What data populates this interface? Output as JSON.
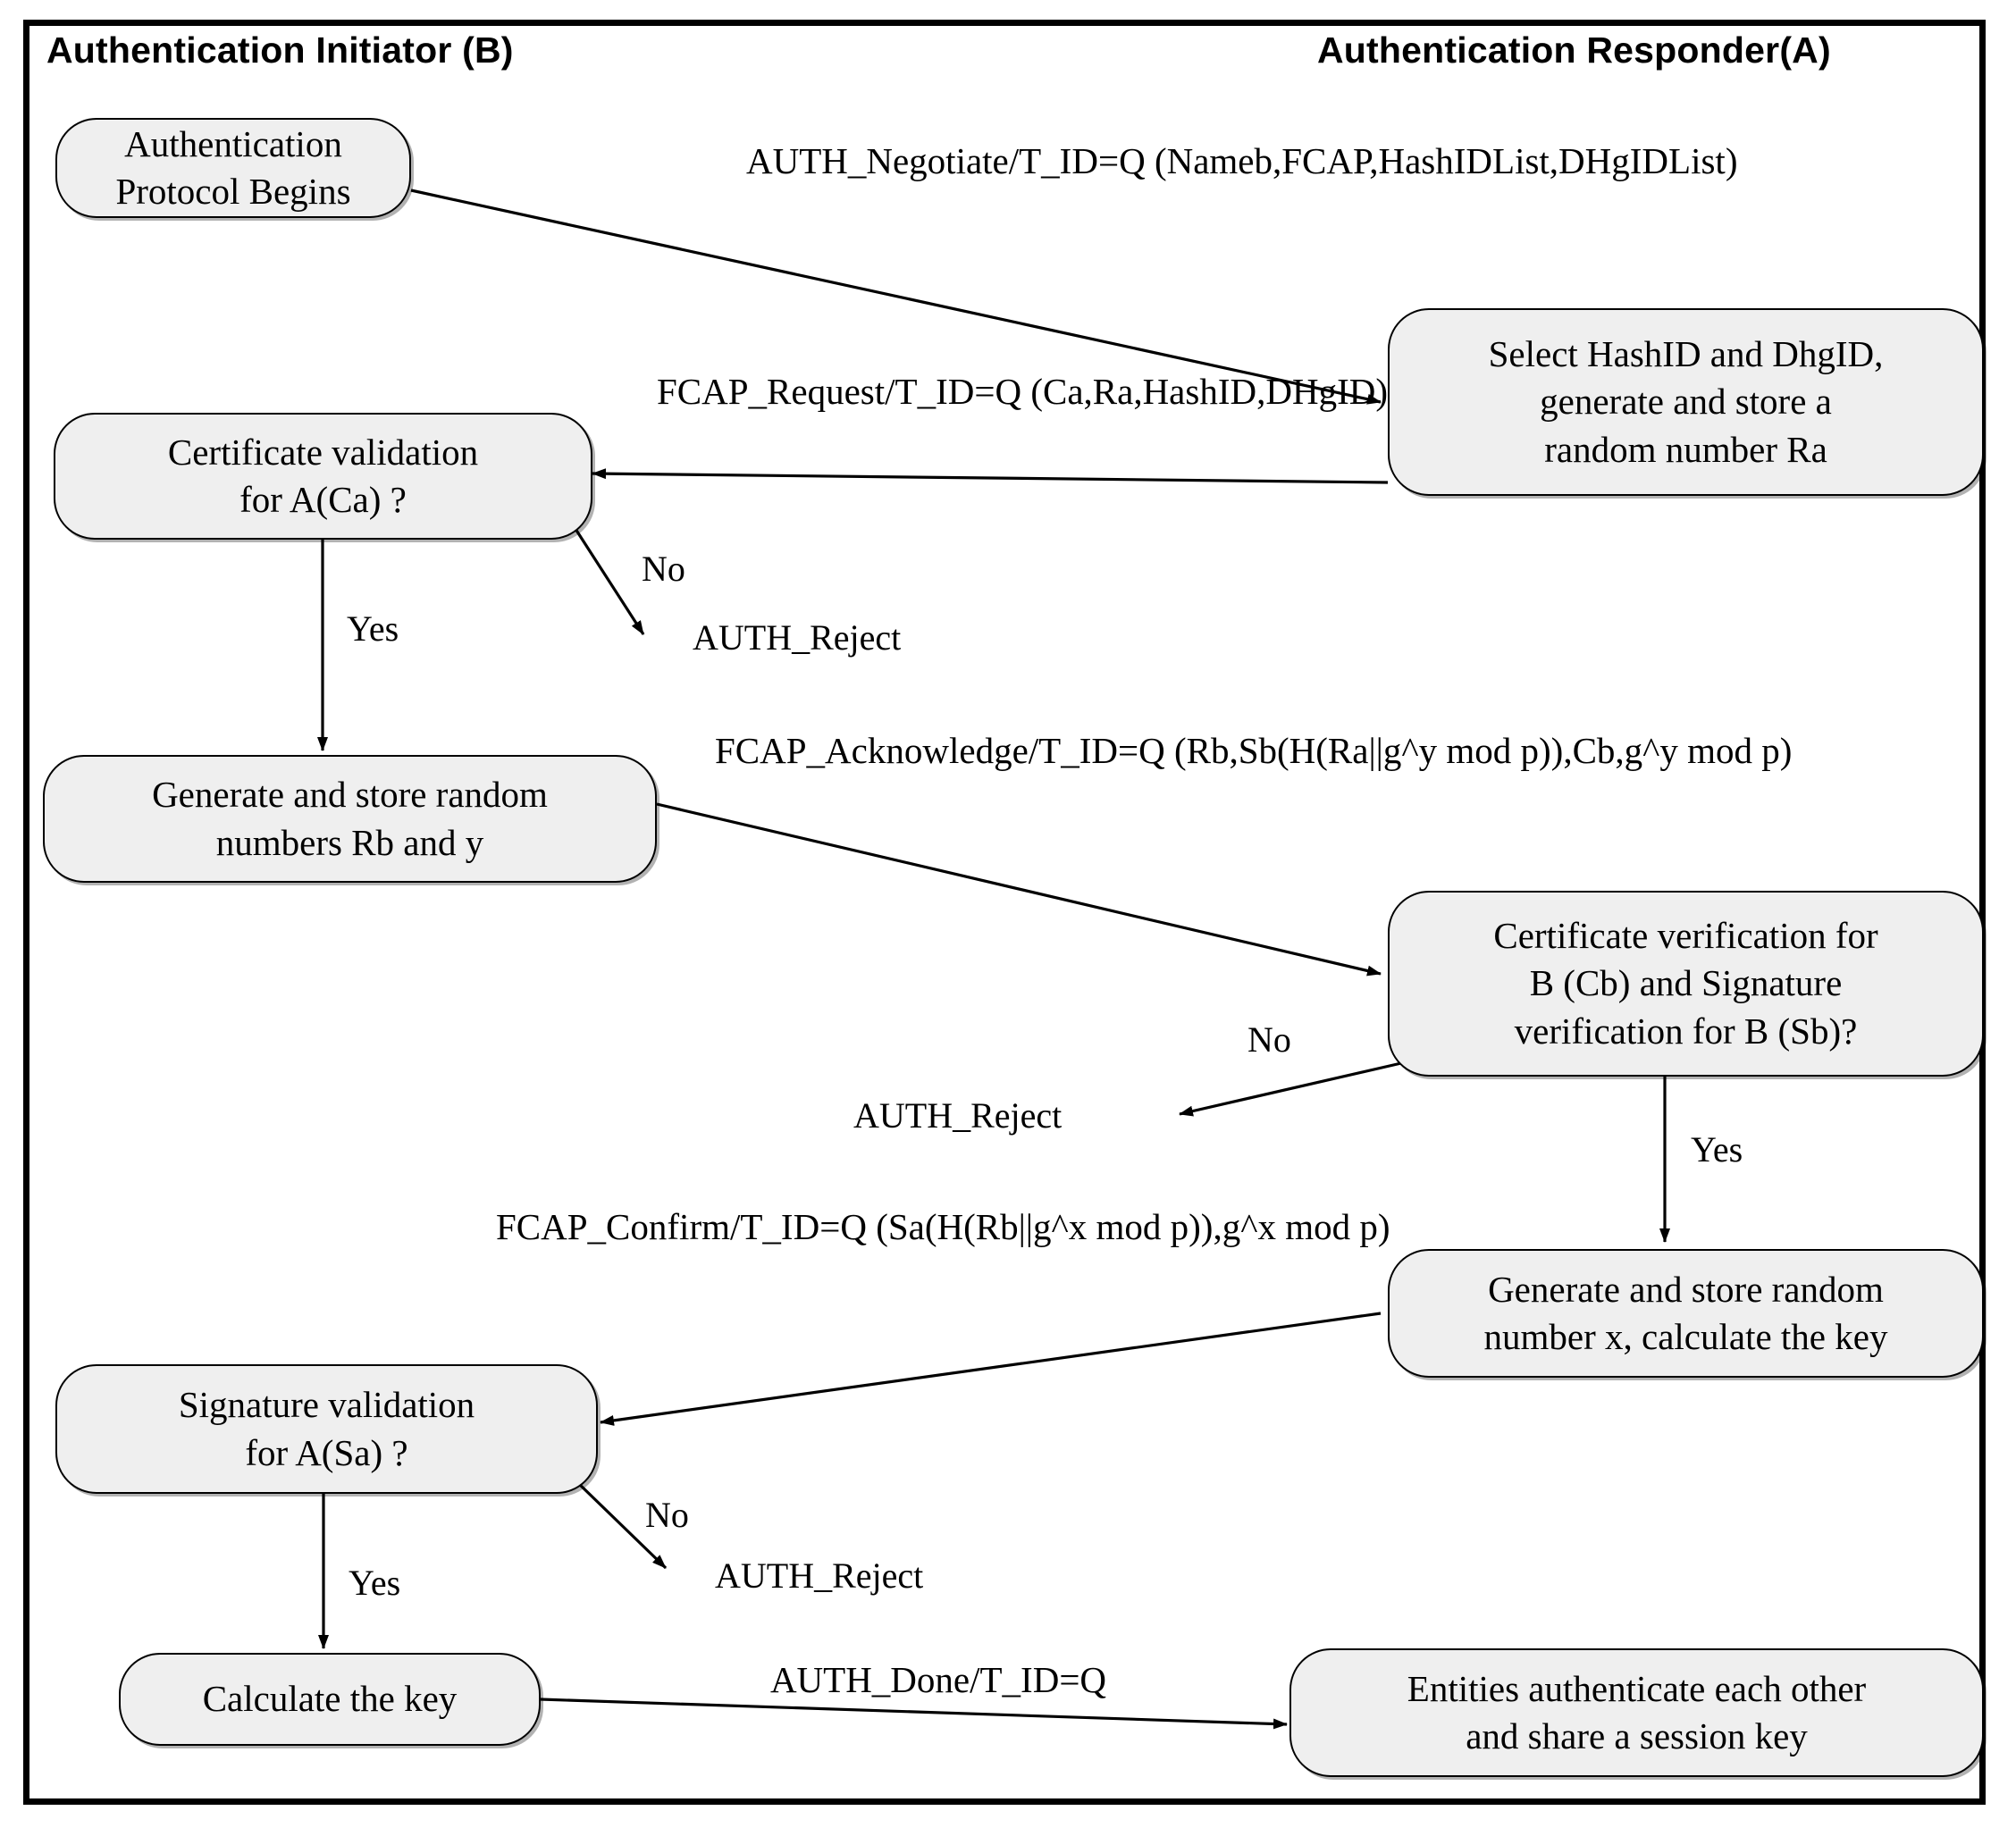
{
  "diagram": {
    "title_left": "Authentication Initiator (B)",
    "title_right": "Authentication Responder(A)",
    "nodes": {
      "begin": {
        "line1": "Authentication",
        "line2": "Protocol Begins"
      },
      "select_hash": {
        "line1": "Select HashID and DhgID,",
        "line2": "generate and store a",
        "line3": "random number Ra"
      },
      "cert_validation_a": {
        "line1": "Certificate validation",
        "line2": "for A(Ca) ?"
      },
      "gen_rb_y": {
        "line1": "Generate and store random",
        "line2": "numbers Rb and y"
      },
      "cert_verify_b": {
        "line1": "Certificate verification  for",
        "line2": "B (Cb) and Signature",
        "line3": "verification for B (Sb)?"
      },
      "gen_x_key": {
        "line1": "Generate and store random",
        "line2": "number x, calculate the key"
      },
      "sig_validation_a": {
        "line1": "Signature  validation",
        "line2": "for A(Sa) ?"
      },
      "calculate_key": {
        "line1": "Calculate the key"
      },
      "entities_auth": {
        "line1": "Entities authenticate each other",
        "line2": "and share a session key"
      }
    },
    "messages": {
      "auth_negotiate": {
        "line1": "AUTH_Negotiate/T_ID=Q",
        "line2": "(Nameb,FCAP,HashIDList,DHgIDList)"
      },
      "fcap_request": {
        "line1": "FCAP_Request/T_ID=Q",
        "line2": "(Ca,Ra,HashID,DHgID)"
      },
      "fcap_acknowledge": {
        "line1": "FCAP_Acknowledge/T_ID=Q",
        "line2": "(Rb,Sb(H(Ra||g^y mod p)),Cb,g^y mod p)"
      },
      "fcap_confirm": {
        "line1": "FCAP_Confirm/T_ID=Q",
        "line2": "(Sa(H(Rb||g^x mod p)),g^x mod p)"
      },
      "auth_done": {
        "line1": "AUTH_Done/T_ID=Q"
      }
    },
    "branch_labels": {
      "no_1": "No",
      "no_2": "No",
      "no_3": "No",
      "yes_1": "Yes",
      "yes_2": "Yes",
      "yes_3": "Yes"
    },
    "terminals": {
      "reject_1": "AUTH_Reject",
      "reject_2": "AUTH_Reject",
      "reject_3": "AUTH_Reject"
    },
    "colors": {
      "node_fill": "#efefef",
      "stroke": "#000000",
      "background": "#ffffff"
    }
  }
}
